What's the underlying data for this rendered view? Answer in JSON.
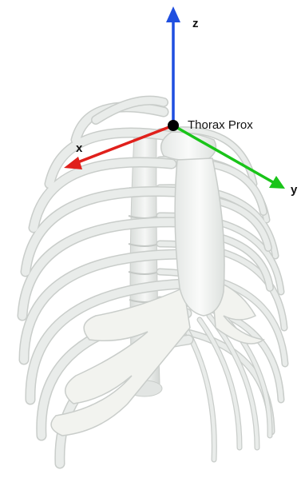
{
  "figure": {
    "origin_label": "Thorax Prox",
    "axes": [
      {
        "name": "x",
        "color": "#e0201b"
      },
      {
        "name": "y",
        "color": "#19c419"
      },
      {
        "name": "z",
        "color": "#1f4fe0"
      }
    ],
    "origin_color": "#000000",
    "bone_color": "#eef0ee",
    "bone_shade": "#c9cdca"
  }
}
